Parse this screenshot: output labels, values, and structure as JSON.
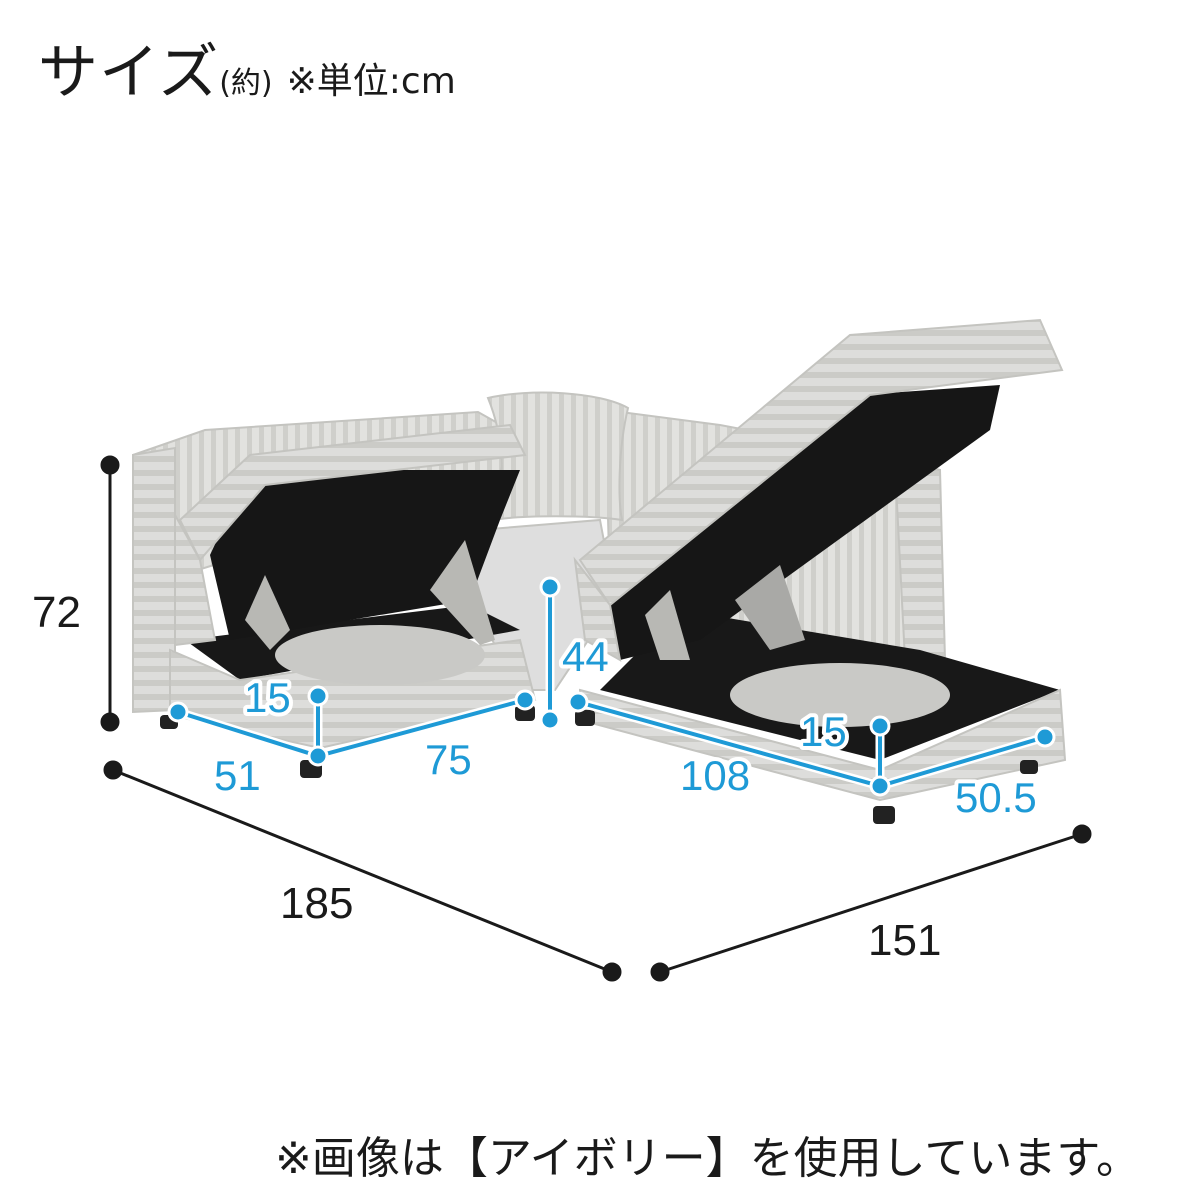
{
  "title": {
    "main": "サイズ",
    "sub": "(約)",
    "unit": "※単位:cm"
  },
  "note": "※画像は【アイボリー】を使用しています。",
  "colors": {
    "accent": "#1e9ad6",
    "dark": "#1a1a1a",
    "fabric": "#dcdcd8",
    "interior": "#161616"
  },
  "dimensions": {
    "height": "72",
    "width": "185",
    "depth": "151",
    "seat_height": "44",
    "left_unit": {
      "depth": "51",
      "width": "75",
      "box_height": "15"
    },
    "right_unit": {
      "length": "108",
      "width": "50.5",
      "box_height": "15"
    }
  }
}
